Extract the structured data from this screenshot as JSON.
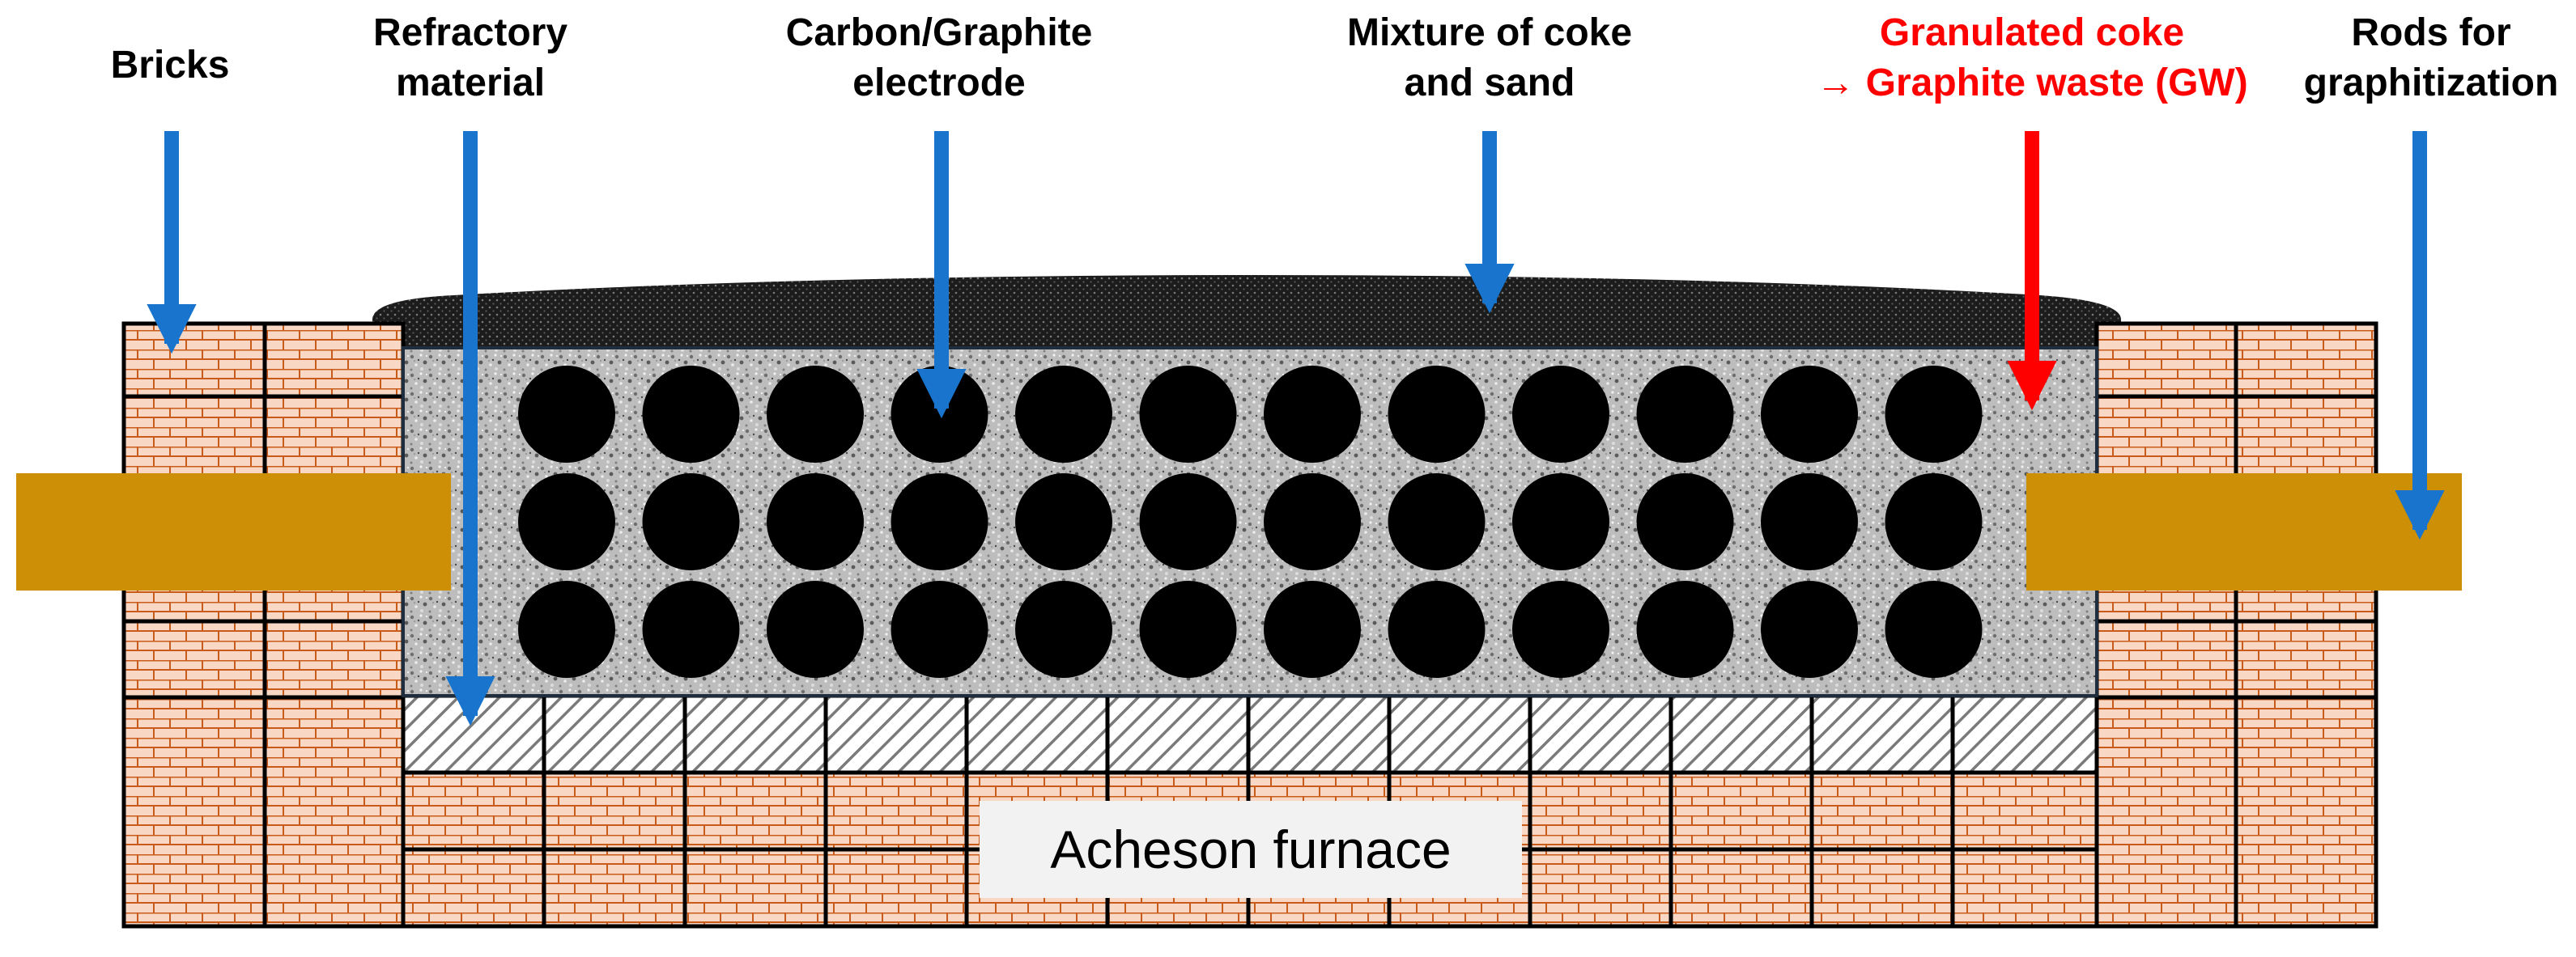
{
  "colors": {
    "arrow_blue": "#1874cd",
    "arrow_red": "#ff0000",
    "brick_fill": "#f8d8c4",
    "brick_mortar": "#c85a1a",
    "rod": "#cc8f05",
    "electrode": "#000000",
    "packing": "#c8c8c8",
    "cover": "#262626"
  },
  "labels": {
    "bricks": [
      "Bricks"
    ],
    "refractory": [
      "Refractory",
      "material"
    ],
    "electrode": [
      "Carbon/Graphite",
      "electrode"
    ],
    "mixture": [
      "Mixture of coke",
      "and sand"
    ],
    "granulated": [
      "Granulated coke",
      "→ Graphite waste (GW)"
    ],
    "rods": [
      "Rods for",
      "graphitization"
    ]
  },
  "caption": "Acheson furnace"
}
